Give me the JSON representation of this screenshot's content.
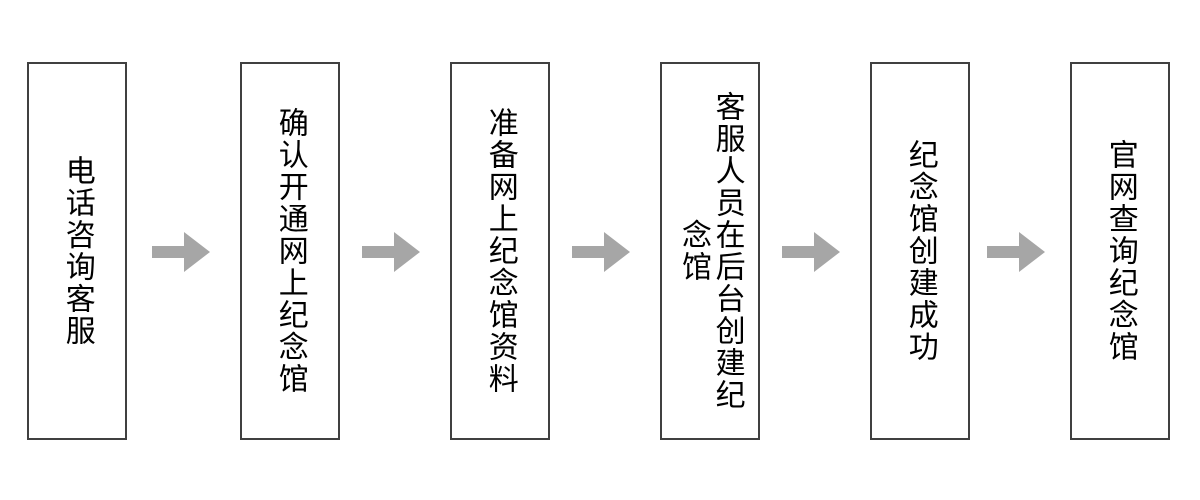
{
  "diagram": {
    "type": "horizontal-flowchart",
    "orientation": "left-to-right",
    "background_color": "#FFFFFF",
    "node_border_color": "#404040",
    "node_fill_color": "#FFFFFF",
    "node_text_color": "#000000",
    "arrow_color": "#A6A6A6",
    "text_direction": "vertical",
    "nodes": [
      {
        "id": "node-1",
        "label": "电话咨询客服"
      },
      {
        "id": "node-2",
        "label": "确认开通网上纪念馆"
      },
      {
        "id": "node-3",
        "label": "准备网上纪念馆资料"
      },
      {
        "id": "node-4",
        "label": "客服人员在后台创建纪念馆"
      },
      {
        "id": "node-5",
        "label": "纪念馆创建成功"
      },
      {
        "id": "node-6",
        "label": "官网查询纪念馆"
      }
    ],
    "connectors": [
      {
        "id": "arrow-1",
        "from": "node-1",
        "to": "node-2",
        "shape": "block-arrow-right"
      },
      {
        "id": "arrow-2",
        "from": "node-2",
        "to": "node-3",
        "shape": "block-arrow-right"
      },
      {
        "id": "arrow-3",
        "from": "node-3",
        "to": "node-4",
        "shape": "block-arrow-right"
      },
      {
        "id": "arrow-4",
        "from": "node-4",
        "to": "node-5",
        "shape": "block-arrow-right"
      },
      {
        "id": "arrow-5",
        "from": "node-5",
        "to": "node-6",
        "shape": "block-arrow-right"
      }
    ]
  }
}
